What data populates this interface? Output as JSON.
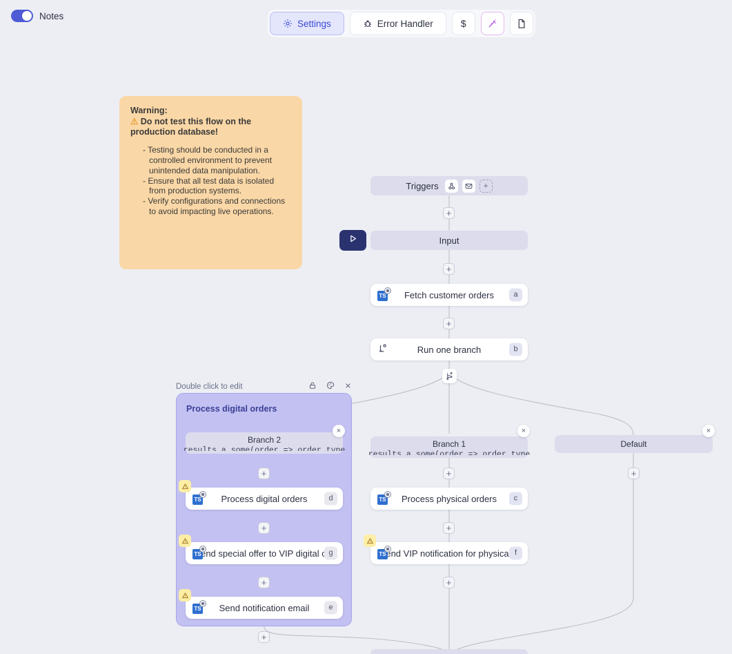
{
  "topbar": {
    "notes_toggle_label": "Notes",
    "notes_toggle_on": true,
    "buttons": [
      {
        "id": "settings",
        "label": "Settings",
        "icon": "gear-icon",
        "active": true
      },
      {
        "id": "error-handler",
        "label": "Error Handler",
        "icon": "bug-icon",
        "active": false
      },
      {
        "id": "cost",
        "label": "$",
        "icon": "dollar-icon",
        "active": false
      },
      {
        "id": "magic",
        "label": "",
        "icon": "magic-wand-icon",
        "active": false
      },
      {
        "id": "docs",
        "label": "",
        "icon": "document-icon",
        "active": false
      }
    ]
  },
  "note_card": {
    "title_line1": "Warning:",
    "title_line2": "Do not test this flow on the production database!",
    "warn_emoji": "⚠",
    "bullets": [
      "Testing should be conducted in a controlled environment to prevent unintended data manipulation.",
      "Ensure that all test data is isolated from production systems.",
      "Verify configurations and connections to avoid impacting live operations."
    ],
    "bullet_marker": "-"
  },
  "flow": {
    "triggers": {
      "label": "Triggers",
      "icons": [
        "webhook-icon",
        "email-icon"
      ],
      "add_label": "+"
    },
    "input": {
      "label": "Input"
    },
    "run_button": {
      "icon": "play-icon"
    },
    "plus_label": "+",
    "steps": {
      "fetch_customer_orders": {
        "label": "Fetch customer orders",
        "badge": "a",
        "icon": "typescript-icon",
        "warning": false
      },
      "run_one_branch": {
        "label": "Run one branch",
        "badge": "b",
        "icon": "branch-step-icon",
        "warning": false
      },
      "process_physical_orders": {
        "label": "Process physical orders",
        "badge": "c",
        "icon": "typescript-icon",
        "warning": false
      },
      "send_vip_physical": {
        "label": "Send VIP notification for physical...",
        "badge": "f",
        "icon": "typescript-icon",
        "warning": true
      },
      "process_digital_orders": {
        "label": "Process digital orders",
        "badge": "d",
        "icon": "typescript-icon",
        "warning": true
      },
      "send_special_offer_vip": {
        "label": "Send special offer to VIP digital c...",
        "badge": "g",
        "icon": "typescript-icon",
        "warning": true
      },
      "send_notification_email": {
        "label": "Send notification email",
        "badge": "e",
        "icon": "typescript-icon",
        "warning": true
      }
    },
    "branches": {
      "branch1": {
        "name": "Branch 1",
        "expression": "results.a.some(order => order.type"
      },
      "branch2": {
        "name": "Branch 2",
        "expression": "results.a.some(order => order.type"
      },
      "default": {
        "name": "Default",
        "expression": ""
      }
    },
    "group": {
      "hint": "Double click to edit",
      "title": "Process digital orders",
      "tools": [
        "lock-icon",
        "palette-icon",
        "close-icon"
      ]
    },
    "close_label": "×",
    "ts_label": "TS"
  },
  "colors": {
    "canvas_bg": "#eceef3",
    "accent_indigo": "#4f5bd5",
    "node_pill": "#dcdcec",
    "group_fill": "#c3c1f2",
    "group_border": "#a7a4ea",
    "note_bg": "#fad7a6",
    "warn_badge": "#fdeea6",
    "play_btn": "#2b3270",
    "ts_blue": "#2f6fd0"
  }
}
